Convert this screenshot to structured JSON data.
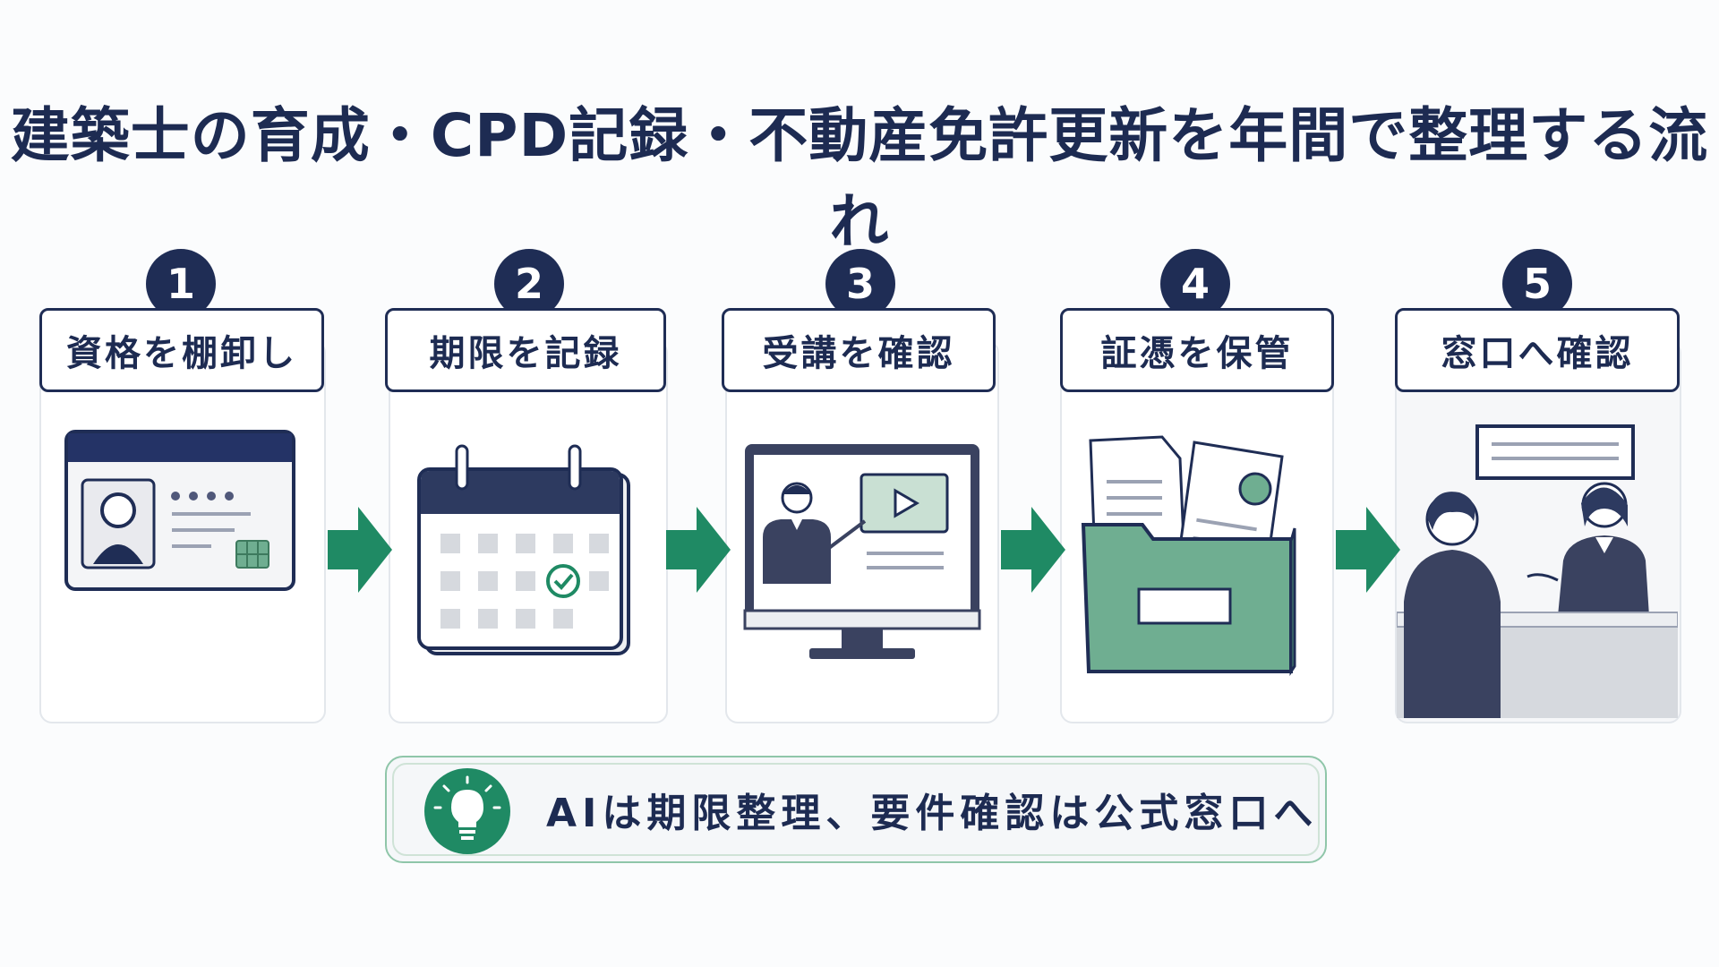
{
  "title": "建築士の育成・CPD記録・不動産免許更新を年間で整理する流れ",
  "steps": [
    {
      "number": "1",
      "label": "資格を棚卸し"
    },
    {
      "number": "2",
      "label": "期限を記録"
    },
    {
      "number": "3",
      "label": "受講を確認"
    },
    {
      "number": "4",
      "label": "証憑を保管"
    },
    {
      "number": "5",
      "label": "窓口へ確認"
    }
  ],
  "tip": {
    "text": "AIは期限整理、要件確認は公式窓口へ",
    "icon": "lightbulb-icon"
  },
  "colors": {
    "navy": "#1f2d55",
    "green": "#1f8a64",
    "folder_green": "#6fae91",
    "light_gray": "#d6d9de"
  }
}
